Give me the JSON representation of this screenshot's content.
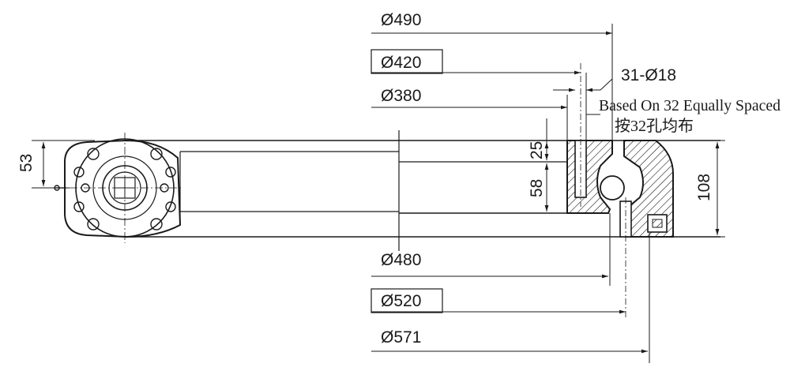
{
  "dimensions": {
    "d490": "Ø490",
    "d420": "Ø420",
    "d380": "Ø380",
    "holes": "31-Ø18",
    "d480": "Ø480",
    "d520": "Ø520",
    "d571": "Ø571",
    "h53": "53",
    "h25": "25",
    "h58": "58",
    "h108": "108"
  },
  "notes": {
    "spacing_en": "Based On 32 Equally Spaced",
    "spacing_cn": "按32孔均布"
  },
  "boxed_dimensions": [
    "Ø420",
    "Ø520"
  ]
}
